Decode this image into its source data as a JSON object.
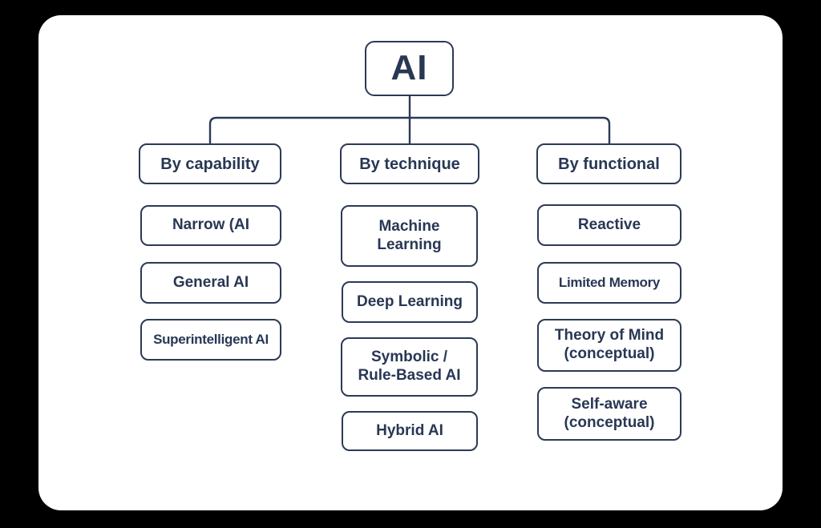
{
  "diagram": {
    "type": "hierarchy-tree",
    "colors": {
      "stroke": "#2b3a55",
      "text": "#283754",
      "card_background": "#ffffff",
      "page_background": "#000000"
    },
    "root": {
      "label": "AI"
    },
    "categories": [
      {
        "label": "By capability",
        "children": [
          {
            "label": "Narrow (AI"
          },
          {
            "label": "General AI"
          },
          {
            "label": "Superintelligent AI"
          }
        ]
      },
      {
        "label": "By technique",
        "children": [
          {
            "label": "Machine\nLearning"
          },
          {
            "label": "Deep Learning"
          },
          {
            "label": "Symbolic /\nRule-Based AI"
          },
          {
            "label": "Hybrid AI"
          }
        ]
      },
      {
        "label": "By functional",
        "children": [
          {
            "label": "Reactive"
          },
          {
            "label": "Limited Memory"
          },
          {
            "label": "Theory of Mind\n(conceptual)"
          },
          {
            "label": "Self-aware\n(conceptual)"
          }
        ]
      }
    ]
  }
}
